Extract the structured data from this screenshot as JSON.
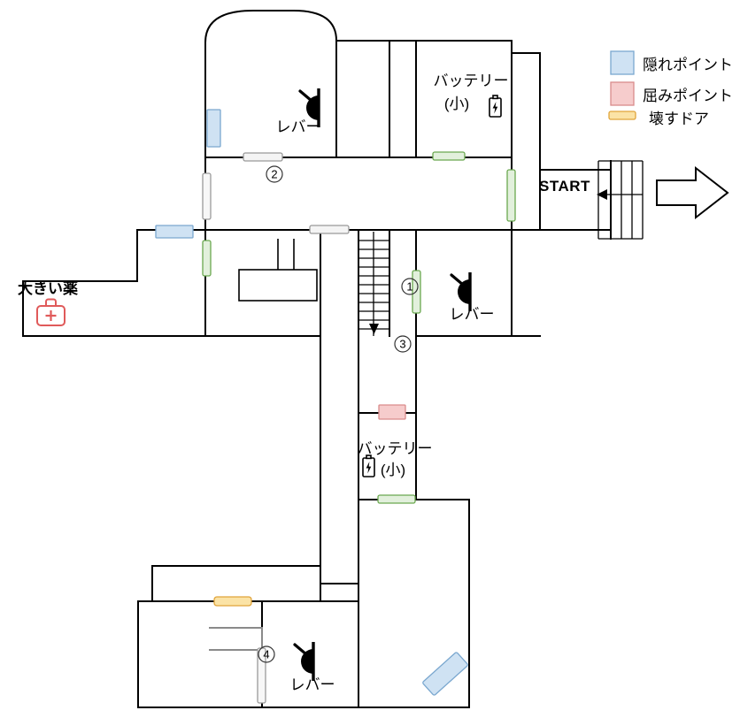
{
  "map": {
    "title_start": "START",
    "legend": {
      "items": [
        {
          "label": "隠れポイント",
          "swatch": "square",
          "color": "#cfe2f3",
          "border": "#7aa7cf",
          "name": "hiding-point"
        },
        {
          "label": "屈みポイント",
          "swatch": "square",
          "color": "#f6cccc",
          "border": "#d98b8b",
          "name": "crouch-point"
        },
        {
          "label": "壊すドア",
          "swatch": "bar",
          "color": "#fbe3a6",
          "border": "#e0a43a",
          "name": "breakable-door"
        }
      ]
    },
    "labels": {
      "lever": "レバー",
      "battery": "バッテリー",
      "battery_size_small": "(小)",
      "big_medicine": "大きい薬",
      "start": "START"
    },
    "markers": [
      {
        "id": "1",
        "glyph": "①"
      },
      {
        "id": "2",
        "glyph": "②"
      },
      {
        "id": "3",
        "glyph": "③"
      },
      {
        "id": "4",
        "glyph": "④"
      }
    ],
    "rooms": [
      {
        "name": "lever-room-top",
        "label": "レバー",
        "marker": "②"
      },
      {
        "name": "battery-room-top",
        "label": "バッテリー",
        "sublabel": "(小)"
      },
      {
        "name": "start-corridor",
        "label": "START"
      },
      {
        "name": "lever-room-middle",
        "label": "レバー",
        "marker": "①"
      },
      {
        "name": "battery-room-lower",
        "label": "バッテリー",
        "sublabel": "(小)"
      },
      {
        "name": "medicine-room-left",
        "label": "大きい薬"
      },
      {
        "name": "lever-room-bottom",
        "label": "レバー",
        "marker": "④"
      },
      {
        "name": "room-bottom-right"
      }
    ],
    "colors": {
      "wall": "#000000",
      "door_green_fill": "#e2f0dc",
      "door_green_stroke": "#6aa84f",
      "door_orange_fill": "#fbe3a6",
      "door_orange_stroke": "#e0a43a",
      "hide_fill": "#cfe2f3",
      "hide_stroke": "#7aa7cf",
      "crouch_fill": "#f6cccc",
      "crouch_stroke": "#d98b8b",
      "medkit": "#e05a5a",
      "background": "#ffffff"
    }
  }
}
